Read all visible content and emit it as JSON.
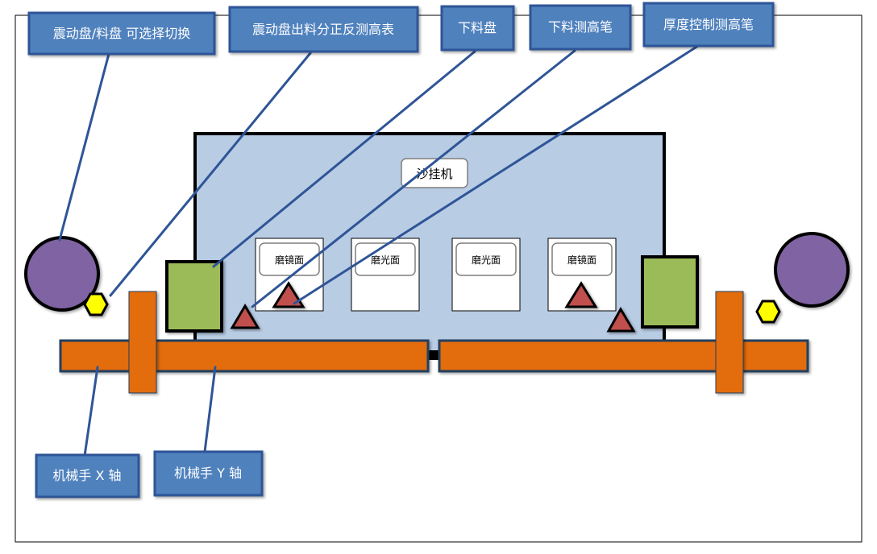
{
  "callouts_top": [
    {
      "id": "vibratory-bowl",
      "text": "震动盘/料盘  可选择切换"
    },
    {
      "id": "orientation-gauge",
      "text": "震动盘出料分正反测高表"
    },
    {
      "id": "unload-tray",
      "text": "下料盘"
    },
    {
      "id": "unload-height-pen",
      "text": "下料测高笔"
    },
    {
      "id": "thickness-height-pen",
      "text": "厚度控制测高笔"
    }
  ],
  "callouts_bottom": [
    {
      "id": "x-axis",
      "text": "机械手 X 轴"
    },
    {
      "id": "y-axis",
      "text": "机械手 Y 轴"
    }
  ],
  "machine_label": "沙挂机",
  "stations": [
    "磨镜面",
    "磨光面",
    "磨光面",
    "磨镜面"
  ],
  "colors": {
    "callout_fill": "#4f81bd",
    "callout_border": "#2f5597",
    "leader_line": "#2f5597",
    "machine_fill": "#b8cce4",
    "rail": "#e36c09",
    "rail_border": "#243f60",
    "bowl": "#8064a2",
    "tray": "#9bbb59",
    "hexagon": "#ffff00",
    "triangle": "#c0504d"
  }
}
